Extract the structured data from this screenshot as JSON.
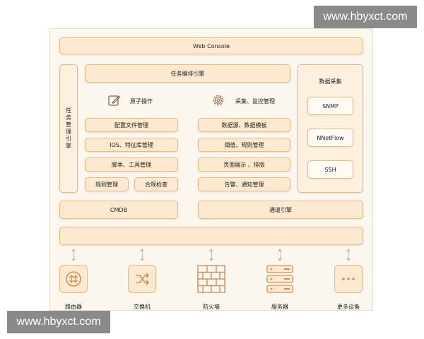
{
  "watermark": "www.hbyxct.com",
  "web_console": "Web Console",
  "task_mgmt_engine": "任务管理引擎",
  "task_orch_engine": "任务编排引擎",
  "atomic_ops": "原子操作",
  "collect_monitor": "采集、监控管理",
  "left_items": [
    "配置文件管理",
    "IOS、特征库管理",
    "脚本、工具管理"
  ],
  "rule_mgmt": "规则管理",
  "compliance": "合规检查",
  "right_items": [
    "数据源、数据模板",
    "阈值、规则管理",
    "页面展示 、排版",
    "告警、通知管理"
  ],
  "data_collect": {
    "title": "数据采集",
    "items": [
      "SNMP",
      "NNetFlow",
      "SSH"
    ]
  },
  "cmdb": "CMDB",
  "channel_engine": "通道引擎",
  "devices": [
    {
      "label": "路由器",
      "icon": "router-icon"
    },
    {
      "label": "交换机",
      "icon": "switch-icon"
    },
    {
      "label": "防火墙",
      "icon": "firewall-icon"
    },
    {
      "label": "服务器",
      "icon": "server-icon"
    },
    {
      "label": "更多设备",
      "icon": "more-devices-icon"
    }
  ],
  "colors": {
    "box_fill": "#fde9cf",
    "box_border": "#e9b985",
    "watermark_bg": "#8a8a8a"
  }
}
